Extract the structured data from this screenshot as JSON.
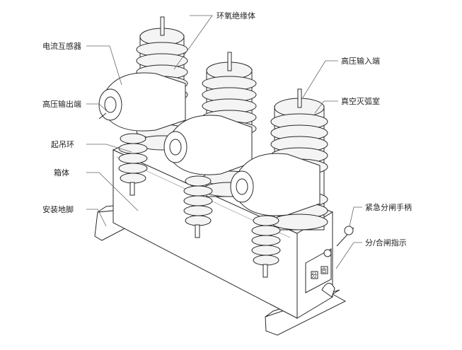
{
  "labels": {
    "epoxy_insulator": "环氧绝缘体",
    "current_transformer": "电流互感器",
    "hv_input": "高压输入端",
    "hv_output": "高压输出端",
    "vacuum_chamber": "真空灭弧室",
    "lifting_ring": "起吊环",
    "cabinet": "箱体",
    "mounting_foot": "安装地脚",
    "emergency_handle": "紧急分闸手柄",
    "open_close_indicator": "分/合闸指示"
  },
  "indicator_glyphs": {
    "open": "分",
    "close": "合"
  }
}
